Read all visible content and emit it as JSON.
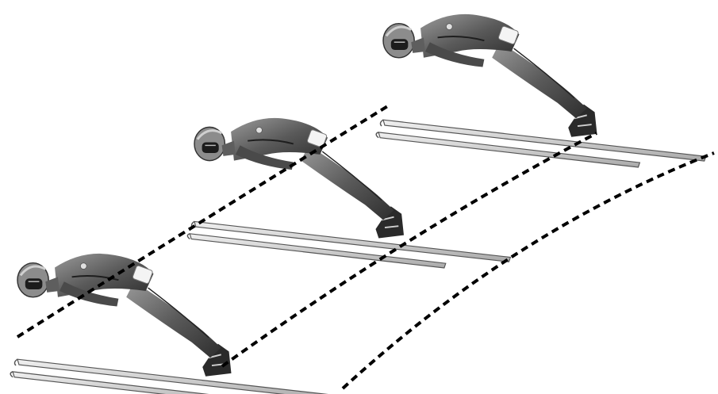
{
  "image": {
    "description_colors": {
      "background": "#ffffff",
      "suit_dark": "#3a3a3a",
      "suit_mid": "#7a7a7a",
      "suit_light": "#bdbdbd",
      "ski": "#d9d9d9",
      "ski_edge": "#555555",
      "trajectory_line": "#000000"
    },
    "jumpers": [
      {
        "name": "ski-jumper-bottom-left"
      },
      {
        "name": "ski-jumper-middle"
      },
      {
        "name": "ski-jumper-top-right"
      }
    ],
    "trajectory_style": "dashed"
  }
}
